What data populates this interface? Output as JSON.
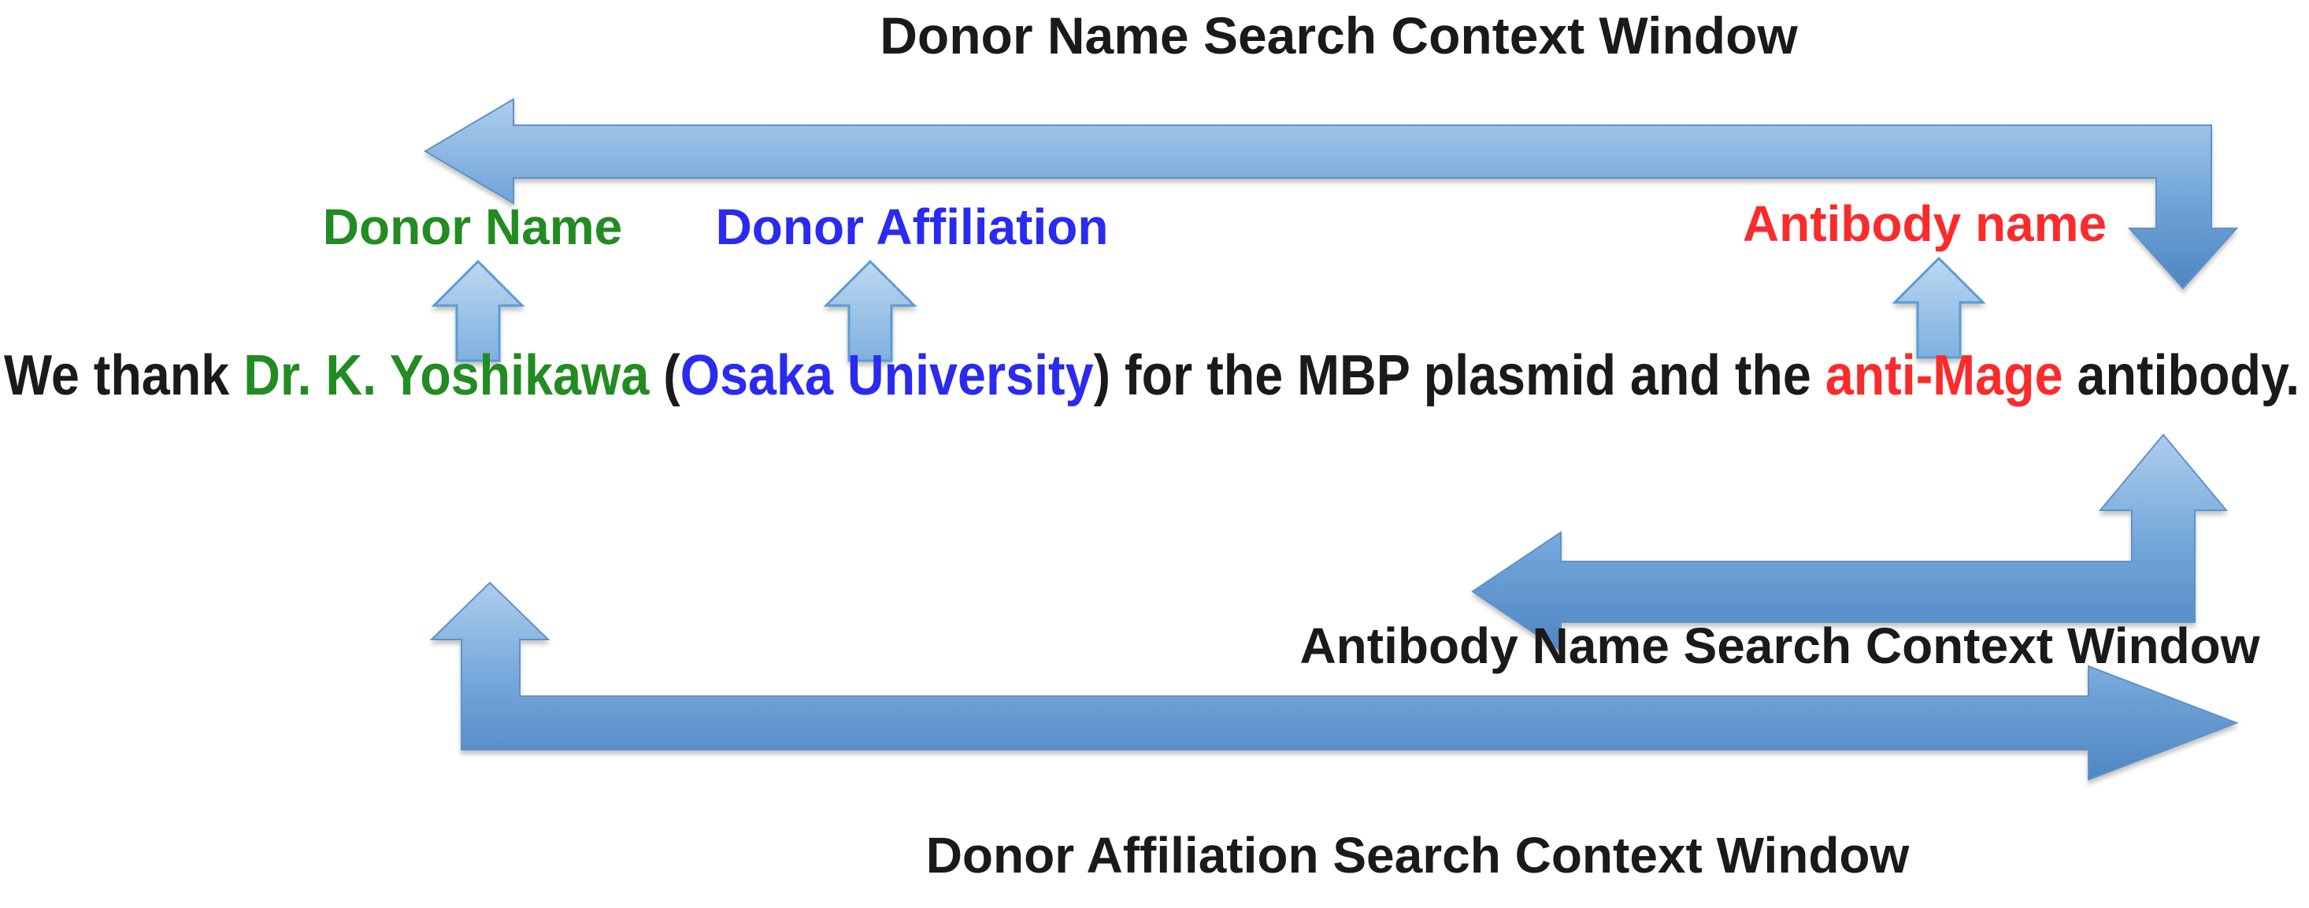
{
  "titles": {
    "donor_name_window": "Donor Name Search Context Window",
    "antibody_name_window": "Antibody Name Search Context Window",
    "donor_affiliation_window": "Donor Affiliation Search Context Window"
  },
  "labels": {
    "donor_name": {
      "text": "Donor Name",
      "color": "#228B22"
    },
    "donor_affiliation": {
      "text": "Donor Affiliation",
      "color": "#2A2AF0"
    },
    "antibody_name": {
      "text": "Antibody name",
      "color": "#FB2B2B"
    }
  },
  "sentence": {
    "segments": [
      {
        "text": "We thank ",
        "color": "#1a1a1a"
      },
      {
        "text": "Dr. K. Yoshikawa",
        "color": "#228B22"
      },
      {
        "text": " (",
        "color": "#1a1a1a"
      },
      {
        "text": "Osaka University",
        "color": "#2A2AF0"
      },
      {
        "text": ") for the MBP plasmid and the ",
        "color": "#1a1a1a"
      },
      {
        "text": "anti-Mage",
        "color": "#FB2B2B"
      },
      {
        "text": " antibody.",
        "color": "#1a1a1a"
      }
    ]
  },
  "colors": {
    "arrow_fill_top": "#AECDEE",
    "arrow_fill_mid": "#74A7DA",
    "arrow_fill_bottom": "#4E86C2",
    "arrow_stroke": "#5E93C9",
    "small_arrow_fill_top": "#BCD8F1",
    "small_arrow_fill_bottom": "#7FB0DF",
    "small_arrow_stroke": "#5B9BD5",
    "text_black": "#1a1a1a"
  }
}
